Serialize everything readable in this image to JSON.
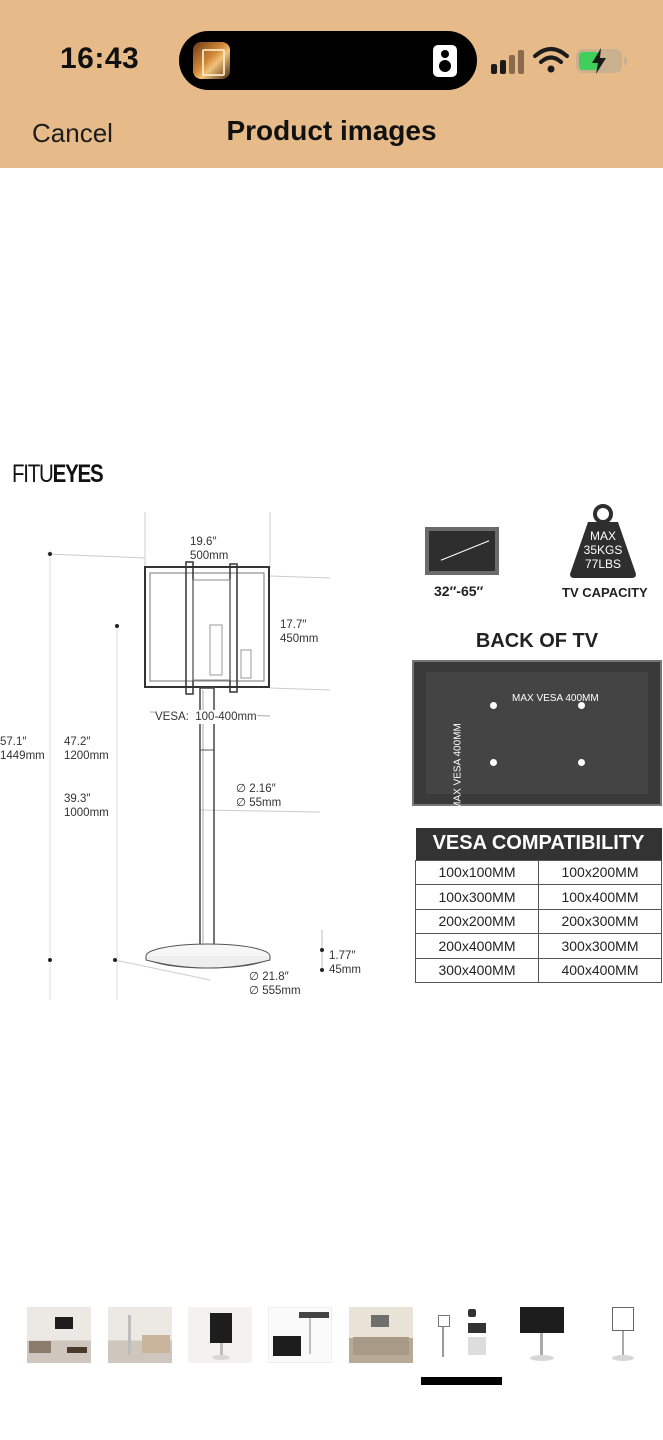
{
  "status_bar": {
    "time": "16:43",
    "icons": [
      "now-playing-art",
      "speaker-icon",
      "cellular-signal-icon",
      "wifi-icon",
      "battery-charging-icon"
    ]
  },
  "nav": {
    "cancel_label": "Cancel",
    "title": "Product images"
  },
  "product_image": {
    "brand_light": "FITU",
    "brand_bold": "EYES",
    "dimensions": {
      "width": "19.6″\n500mm",
      "panel_height": "17.7″\n450mm",
      "vesa": "VESA:  100-400mm",
      "total_height": "57.1″\n1449mm",
      "max_height": "47.2″\n1200mm",
      "min_height": "39.3″\n1000mm",
      "pole": "∅ 2.16″\n∅ 55mm",
      "base_height": "1.77″\n45mm",
      "base_diameter": "∅ 21.8″\n∅ 555mm"
    },
    "screen_range": "32″-65″",
    "weight_lines": [
      "MAX",
      "35KGS",
      "77LBS"
    ],
    "capacity_label": "TV CAPACITY",
    "back_title": "BACK OF TV",
    "vesa_horizontal": "MAX VESA 400MM",
    "vesa_vertical": "MAX VESA 400MM",
    "compat_title": "VESA COMPATIBILITY",
    "compat_rows": [
      [
        "100x100MM",
        "100x200MM"
      ],
      [
        "100x300MM",
        "100x400MM"
      ],
      [
        "200x200MM",
        "200x300MM"
      ],
      [
        "200x400MM",
        "300x300MM"
      ],
      [
        "300x400MM",
        "400x400MM"
      ]
    ]
  },
  "thumbnails": {
    "count": 8,
    "selected_index": 5
  },
  "colors": {
    "header_bg": "#e7bb89",
    "battery_fill": "#3fcf5a"
  }
}
